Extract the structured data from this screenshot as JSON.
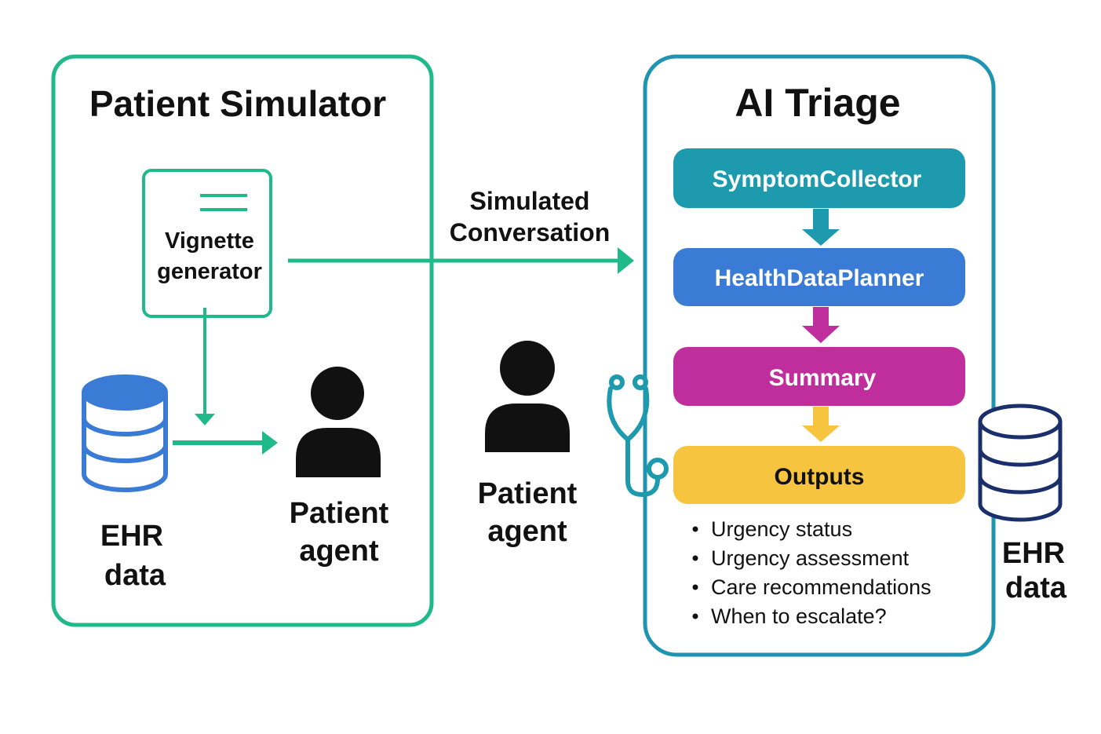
{
  "colors": {
    "simulator_green": "#1FB98A",
    "triage_teal": "#1F94B0",
    "symptom_collector": "#1E9AAE",
    "health_data_planner": "#3A7BD5",
    "summary": "#C02E9E",
    "outputs": "#F7C440",
    "ehr_blue": "#3A7BD5",
    "ehr_navy": "#1B2F6B",
    "black": "#111111"
  },
  "patient_simulator": {
    "title": "Patient Simulator",
    "vignette": {
      "line1": "Vignette",
      "line2": "generator",
      "icon": "document-lines-icon"
    },
    "ehr": {
      "line1": "EHR",
      "line2": "data",
      "icon": "database-icon"
    },
    "patient_agent": {
      "line1": "Patient",
      "line2": "agent",
      "icon": "person-icon"
    }
  },
  "conversation": {
    "line1": "Simulated",
    "line2": "Conversation"
  },
  "middle_agent": {
    "line1": "Patient",
    "line2": "agent",
    "icon": "person-icon"
  },
  "stethoscope_icon": "stethoscope-icon",
  "ai_triage": {
    "title": "AI Triage",
    "steps": [
      {
        "label": "SymptomCollector"
      },
      {
        "label": "HealthDataPlanner"
      },
      {
        "label": "Summary"
      },
      {
        "label": "Outputs"
      }
    ],
    "outputs": [
      "Urgency status",
      "Urgency assessment",
      "Care recommendations",
      "When to escalate?"
    ]
  },
  "right_ehr": {
    "line1": "EHR",
    "line2": "data",
    "icon": "database-icon"
  }
}
